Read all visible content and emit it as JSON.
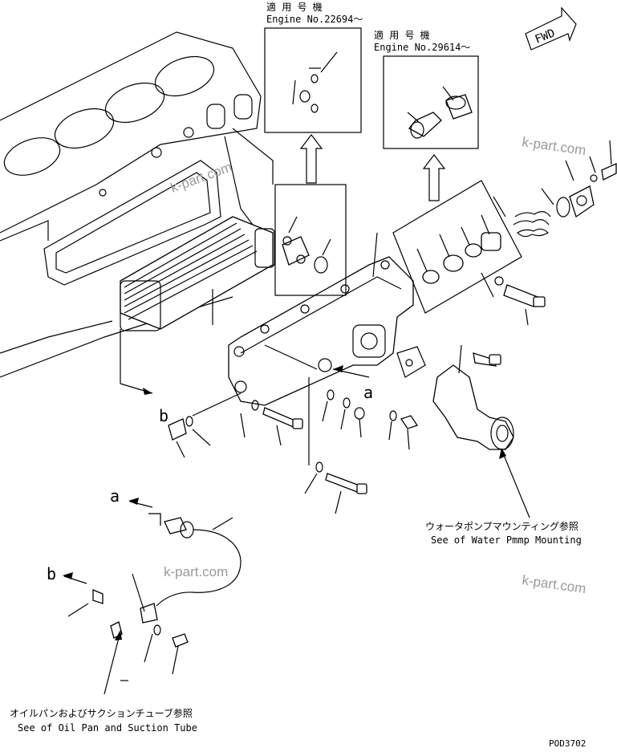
{
  "callout_top1": {
    "line1": "適 用 号 機",
    "line2": "Engine No.22694〜"
  },
  "callout_top2": {
    "line1": "適 用 号 機",
    "line2": "Engine No.29614〜"
  },
  "fwd_label": "FWD",
  "ref_a_label": "a",
  "ref_b_label": "b",
  "water_pump_ref": {
    "jp": "ウォータポンプマウンティング参照",
    "en": "See of Water Pmmp Mounting"
  },
  "oil_pan_ref": {
    "jp": "オイルパンおよびサクションチューブ参照",
    "en": "See of Oil Pan and Suction Tube"
  },
  "watermark": "k-part.com",
  "drawing_code": "POD3702"
}
